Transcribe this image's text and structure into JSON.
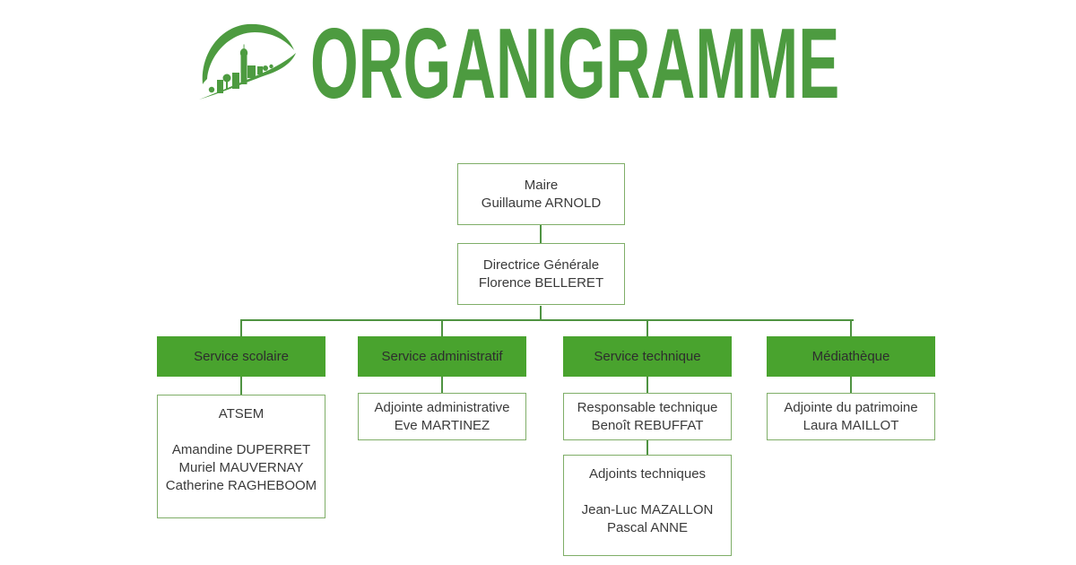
{
  "header": {
    "title": "ORGANIGRAMME",
    "logo_icon": "village-crescent-logo"
  },
  "palette": {
    "green_fill": "#49a32e",
    "title_green": "#4d9b40",
    "connector_green": "#4f9342",
    "box_border_green": "#7fae68",
    "text_dark": "#3a3a3a",
    "background": "#ffffff"
  },
  "org": {
    "maire": {
      "lines": [
        "Maire",
        "Guillaume ARNOLD"
      ]
    },
    "directrice": {
      "lines": [
        "Directrice Générale",
        "Florence BELLERET"
      ]
    },
    "departments": [
      {
        "label": "Service scolaire",
        "boxes": [
          {
            "group1": [
              "ATSEM"
            ],
            "group2": [
              "Amandine DUPERRET",
              "Muriel MAUVERNAY",
              "Catherine RAGHEBOOM"
            ]
          }
        ]
      },
      {
        "label": "Service administratif",
        "boxes": [
          {
            "group1": [
              "Adjointe administrative",
              "Eve MARTINEZ"
            ],
            "group2": []
          }
        ]
      },
      {
        "label": "Service technique",
        "boxes": [
          {
            "group1": [
              "Responsable technique",
              "Benoît REBUFFAT"
            ],
            "group2": []
          },
          {
            "group1": [
              "Adjoints techniques"
            ],
            "group2": [
              "Jean-Luc MAZALLON",
              "Pascal ANNE"
            ]
          }
        ]
      },
      {
        "label": "Médiathèque",
        "boxes": [
          {
            "group1": [
              "Adjointe du patrimoine",
              "Laura MAILLOT"
            ],
            "group2": []
          }
        ]
      }
    ]
  }
}
